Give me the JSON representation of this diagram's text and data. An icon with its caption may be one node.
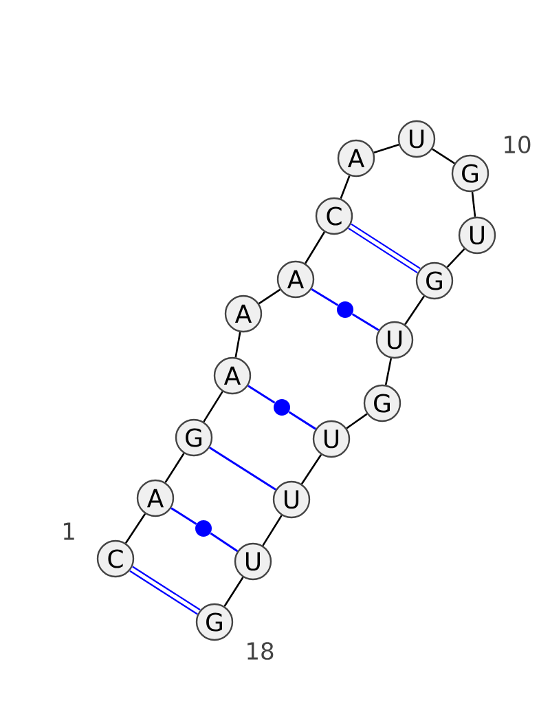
{
  "diagram": {
    "nodes": [
      {
        "text": [
          "C"
        ],
        "beside": [
          "1"
        ]
      },
      {
        "text": [
          "A"
        ]
      },
      {
        "text": [
          "G"
        ]
      },
      {
        "text": [
          "A"
        ]
      },
      {
        "text": [
          "A"
        ]
      },
      {
        "text": [
          "A"
        ]
      },
      {
        "text": [
          "C"
        ]
      },
      {
        "text": [
          "A"
        ]
      },
      {
        "text": [
          "U"
        ]
      },
      {
        "text": [
          "G"
        ],
        "beside": [
          "10"
        ]
      },
      {
        "text": [
          "U"
        ]
      },
      {
        "text": [
          "G"
        ]
      },
      {
        "text": [
          "U"
        ]
      },
      {
        "text": [
          "G"
        ]
      },
      {
        "text": [
          "U"
        ]
      },
      {
        "text": [
          "U"
        ]
      },
      {
        "text": [
          "U"
        ]
      },
      {
        "text": [
          "G"
        ],
        "beside": [
          "18"
        ]
      },
      {
        "text": [],
        "shape": "circle"
      },
      {
        "text": [],
        "shape": "circle"
      },
      {
        "text": [],
        "shape": "circle"
      }
    ],
    "edges": [
      {
        "from": 0,
        "to": 1,
        "arrow": "none"
      },
      {
        "from": 1,
        "to": 2,
        "arrow": "none"
      },
      {
        "from": 2,
        "to": 3,
        "arrow": "none"
      },
      {
        "from": 3,
        "to": 4,
        "arrow": "none"
      },
      {
        "from": 4,
        "to": 5,
        "arrow": "none"
      },
      {
        "from": 5,
        "to": 6,
        "arrow": "none"
      },
      {
        "from": 6,
        "to": 7,
        "arrow": "none"
      },
      {
        "from": 7,
        "to": 8,
        "arrow": "none"
      },
      {
        "from": 8,
        "to": 9,
        "arrow": "none"
      },
      {
        "from": 9,
        "to": 10,
        "arrow": "none"
      },
      {
        "from": 10,
        "to": 11,
        "arrow": "none"
      },
      {
        "from": 11,
        "to": 12,
        "arrow": "none"
      },
      {
        "from": 12,
        "to": 13,
        "arrow": "none"
      },
      {
        "from": 13,
        "to": 14,
        "arrow": "none"
      },
      {
        "from": 14,
        "to": 15,
        "arrow": "none"
      },
      {
        "from": 15,
        "to": 16,
        "arrow": "none"
      },
      {
        "from": 16,
        "to": 17,
        "arrow": "none"
      },
      {
        "from": 0,
        "to": 17,
        "arrow": "none",
        "style": "thick",
        "color": "#0000ff"
      },
      {
        "from": 1,
        "to": 20,
        "arrow": "none",
        "color": "#0000ff"
      },
      {
        "from": 20,
        "to": 16,
        "arrow": "none",
        "color": "#0000ff"
      },
      {
        "from": 2,
        "to": 15,
        "arrow": "none",
        "color": "#0000ff"
      },
      {
        "from": 3,
        "to": 19,
        "arrow": "none",
        "color": "#0000ff"
      },
      {
        "from": 19,
        "to": 14,
        "arrow": "none",
        "color": "#0000ff"
      },
      {
        "from": 5,
        "to": 18,
        "arrow": "none",
        "color": "#0000ff"
      },
      {
        "from": 18,
        "to": 12,
        "arrow": "none",
        "color": "#0000ff"
      },
      {
        "from": 6,
        "to": 11,
        "arrow": "none",
        "style": "thick",
        "color": "#0000ff"
      }
    ]
  }
}
